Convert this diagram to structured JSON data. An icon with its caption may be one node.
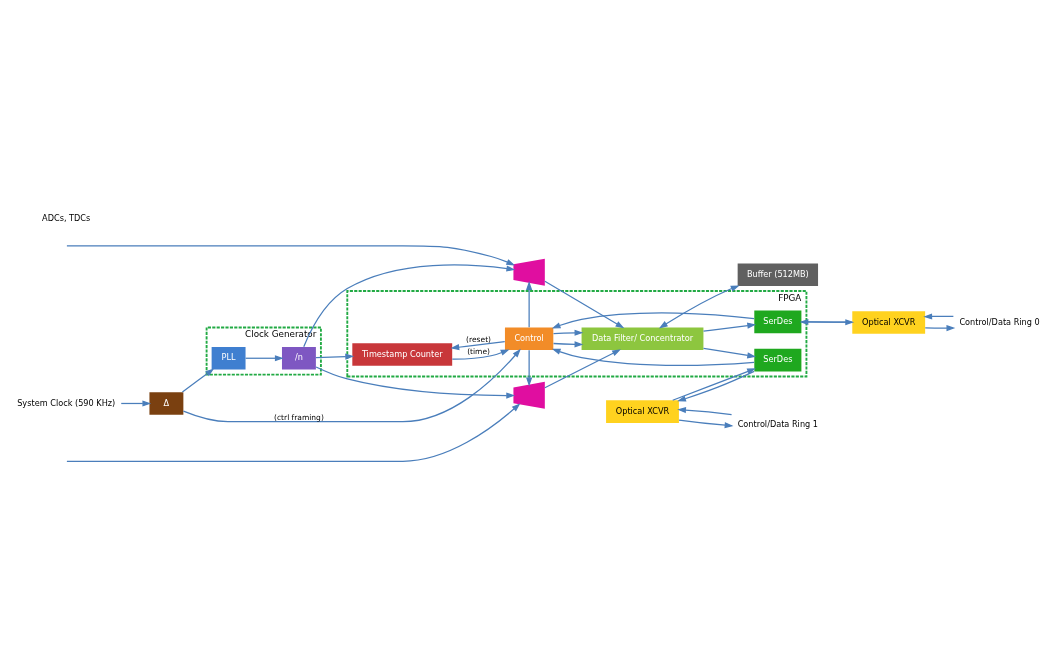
{
  "diagram": {
    "nodes": [
      {
        "text": [
          "Clock Generator"
        ]
      },
      {
        "text": [
          "/n"
        ],
        "in": 0
      },
      {
        "text": [
          "PLL"
        ],
        "in": 0
      },
      {
        "text": [
          "Δ"
        ]
      },
      {
        "text": [
          "System Clock (590 KHz)"
        ]
      },
      {
        "text": [
          "FPGA"
        ]
      },
      {
        "text": [
          "Timestamp Counter"
        ],
        "in": 5
      },
      {
        "text": [
          "Control"
        ],
        "in": 5
      },
      {
        "text": [
          "Data Filter/ Concentrator"
        ],
        "in": 5
      },
      {
        "text": [
          "SerDes"
        ],
        "in": 5
      },
      {
        "text": [
          "SerDes"
        ],
        "in": 5
      },
      {
        "text": [
          "Optical XCVR"
        ]
      },
      {
        "text": [
          "Optical XCVR"
        ]
      },
      {
        "text": [
          "Control/Data Ring 0"
        ]
      },
      {
        "text": [
          "Control/Data Ring 1"
        ]
      },
      {
        "text": [
          "Buffer (512MB)"
        ]
      },
      {
        "text": [],
        "shape": "trapezoid"
      },
      {
        "text": [],
        "shape": "trapezoid"
      }
    ],
    "edges": [
      {
        "from": 4,
        "to": 3,
        "arrow": "to"
      },
      {
        "from": 3,
        "to": 2,
        "arrow": "to"
      },
      {
        "from": 2,
        "to": 1,
        "arrow": "to"
      },
      {
        "from": 3,
        "to": 7,
        "arrow": "to",
        "label": "(ctrl framing)"
      },
      {
        "from": 1,
        "to": 16,
        "arrow": "to"
      },
      {
        "from": 1,
        "to": 17,
        "arrow": "to"
      },
      {
        "from": 1,
        "to": 6,
        "arrow": "to"
      },
      {
        "from": 6,
        "to": 7,
        "arrow": "to",
        "label": "(time)"
      },
      {
        "from": 7,
        "to": 6,
        "arrow": "to",
        "label": "(reset)"
      },
      {
        "from": 7,
        "to": 8,
        "arrow": "to"
      },
      {
        "from": 7,
        "to": 8,
        "arrow": "to"
      },
      {
        "from": 7,
        "to": 16,
        "arrow": "to"
      },
      {
        "from": 7,
        "to": 17,
        "arrow": "to"
      },
      {
        "from": null,
        "to": 16,
        "arrow": "to"
      },
      {
        "from": null,
        "to": 17,
        "arrow": "to"
      },
      {
        "from": 16,
        "to": 8,
        "arrow": "to"
      },
      {
        "from": 17,
        "to": 8,
        "arrow": "to"
      },
      {
        "from": 8,
        "to": 9,
        "arrow": "to"
      },
      {
        "from": 8,
        "to": 10,
        "arrow": "to"
      },
      {
        "from": 9,
        "to": 7,
        "arrow": "to"
      },
      {
        "from": 10,
        "to": 7,
        "arrow": "to"
      },
      {
        "from": 11,
        "to": 9,
        "arrow": "to"
      },
      {
        "from": 9,
        "to": 11,
        "arrow": "to"
      },
      {
        "from": 12,
        "to": 10,
        "arrow": "to"
      },
      {
        "from": 10,
        "to": 12,
        "arrow": "to"
      },
      {
        "from": 13,
        "to": 11,
        "arrow": "to"
      },
      {
        "from": 11,
        "to": 13,
        "arrow": "to"
      },
      {
        "from": 14,
        "to": 12,
        "arrow": "to"
      },
      {
        "from": 12,
        "to": 14,
        "arrow": "to"
      },
      {
        "from": 8,
        "to": 15,
        "arrow": "both"
      }
    ],
    "labels": [
      "ADCs, TDCs"
    ]
  }
}
